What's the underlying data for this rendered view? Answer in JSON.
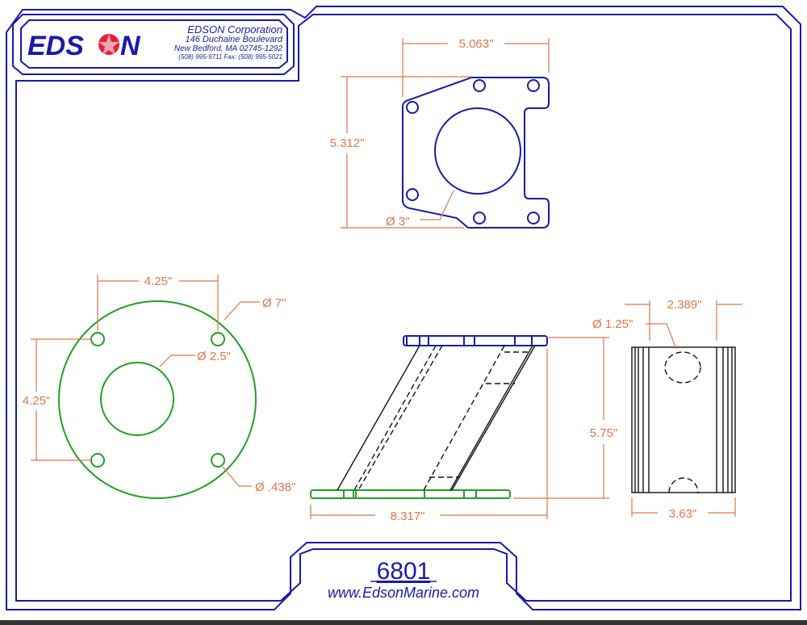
{
  "colors": {
    "frame": "#1a1aa8",
    "dimension": "#e0764a",
    "base_plate": "#22a022",
    "logo_star": "#e8203a",
    "outline": "#111111"
  },
  "header": {
    "logo_text_left": "EDS",
    "logo_text_right": "N",
    "company": "EDSON Corporation",
    "street": "146 Duchaine Boulevard",
    "city": "New Bedford, MA  02745-1292",
    "phone": "(508) 995-9711  Fax: (508) 995-5021"
  },
  "top_view": {
    "width": "5.063\"",
    "height": "5.312\"",
    "hole": "Ø 3\""
  },
  "base_view": {
    "hole_spacing_x": "4.25\"",
    "hole_spacing_y": "4.25\"",
    "outer_dia": "Ø 7\"",
    "center_dia": "Ø 2.5\"",
    "bolt_dia": "Ø .438\""
  },
  "side_view": {
    "length": "8.317\"",
    "height": "5.75\""
  },
  "end_view": {
    "hole_dia": "Ø 1.25\"",
    "inner_width": "2.389\"",
    "width": "3.63\""
  },
  "title_block": {
    "part_number": "6801",
    "website": "www.EdsonMarine.com"
  }
}
